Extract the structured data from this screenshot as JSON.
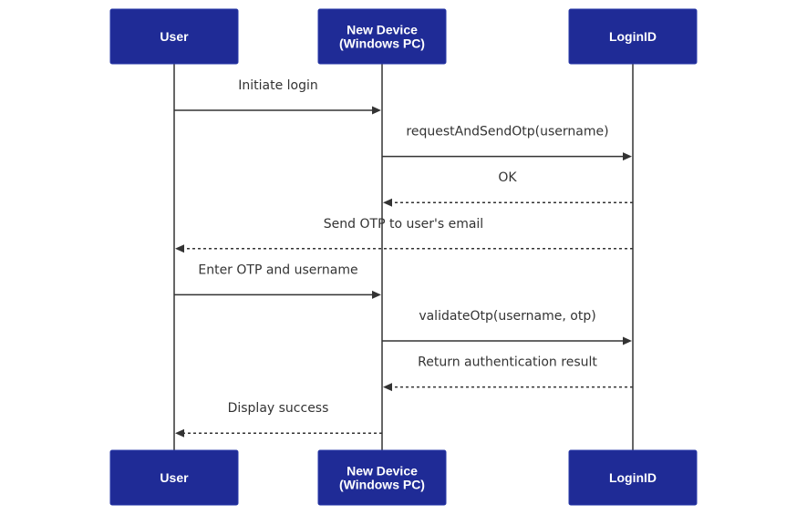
{
  "participants": [
    {
      "id": "user",
      "label_lines": [
        "User"
      ]
    },
    {
      "id": "device",
      "label_lines": [
        "New Device",
        "(Windows PC)"
      ]
    },
    {
      "id": "loginid",
      "label_lines": [
        "LoginID"
      ]
    }
  ],
  "messages": [
    {
      "from": "user",
      "to": "device",
      "text": "Initiate login",
      "style": "solid"
    },
    {
      "from": "device",
      "to": "loginid",
      "text": "requestAndSendOtp(username)",
      "style": "solid"
    },
    {
      "from": "loginid",
      "to": "device",
      "text": "OK",
      "style": "dashed"
    },
    {
      "from": "loginid",
      "to": "user",
      "text": "Send OTP to user's email",
      "style": "dashed"
    },
    {
      "from": "user",
      "to": "device",
      "text": "Enter OTP and username",
      "style": "solid"
    },
    {
      "from": "device",
      "to": "loginid",
      "text": "validateOtp(username, otp)",
      "style": "solid"
    },
    {
      "from": "loginid",
      "to": "device",
      "text": "Return authentication result",
      "style": "dashed"
    },
    {
      "from": "device",
      "to": "user",
      "text": "Display success",
      "style": "dashed"
    }
  ],
  "colors": {
    "actor_fill": "#1f2b96",
    "actor_text": "#ffffff",
    "line": "#333333"
  }
}
